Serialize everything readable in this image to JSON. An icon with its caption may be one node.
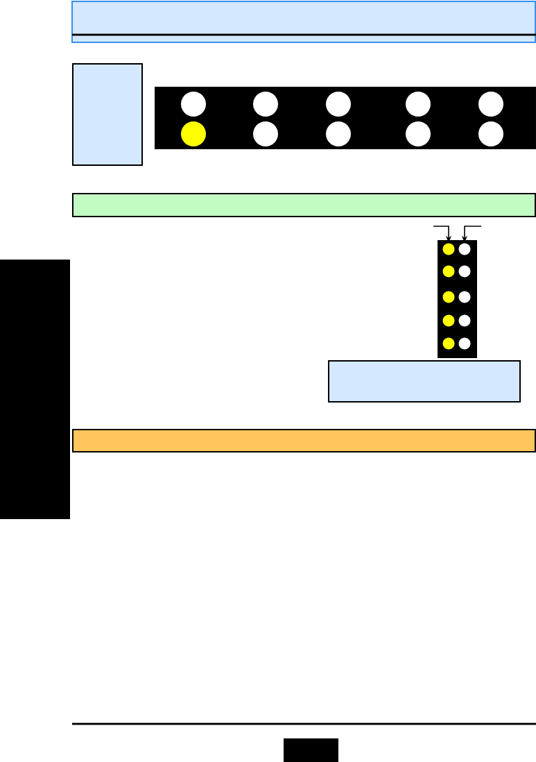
{
  "diagram": {
    "nodes": [
      {
        "text": [],
        "shape": "circle"
      },
      {
        "text": [],
        "shape": "circle"
      },
      {
        "text": [],
        "shape": "box"
      },
      {
        "text": [],
        "shape": "box"
      }
    ],
    "edges": [
      {
        "from": null,
        "to": 0,
        "arrow": "to"
      },
      {
        "from": null,
        "to": 1,
        "arrow": "to"
      }
    ]
  }
}
